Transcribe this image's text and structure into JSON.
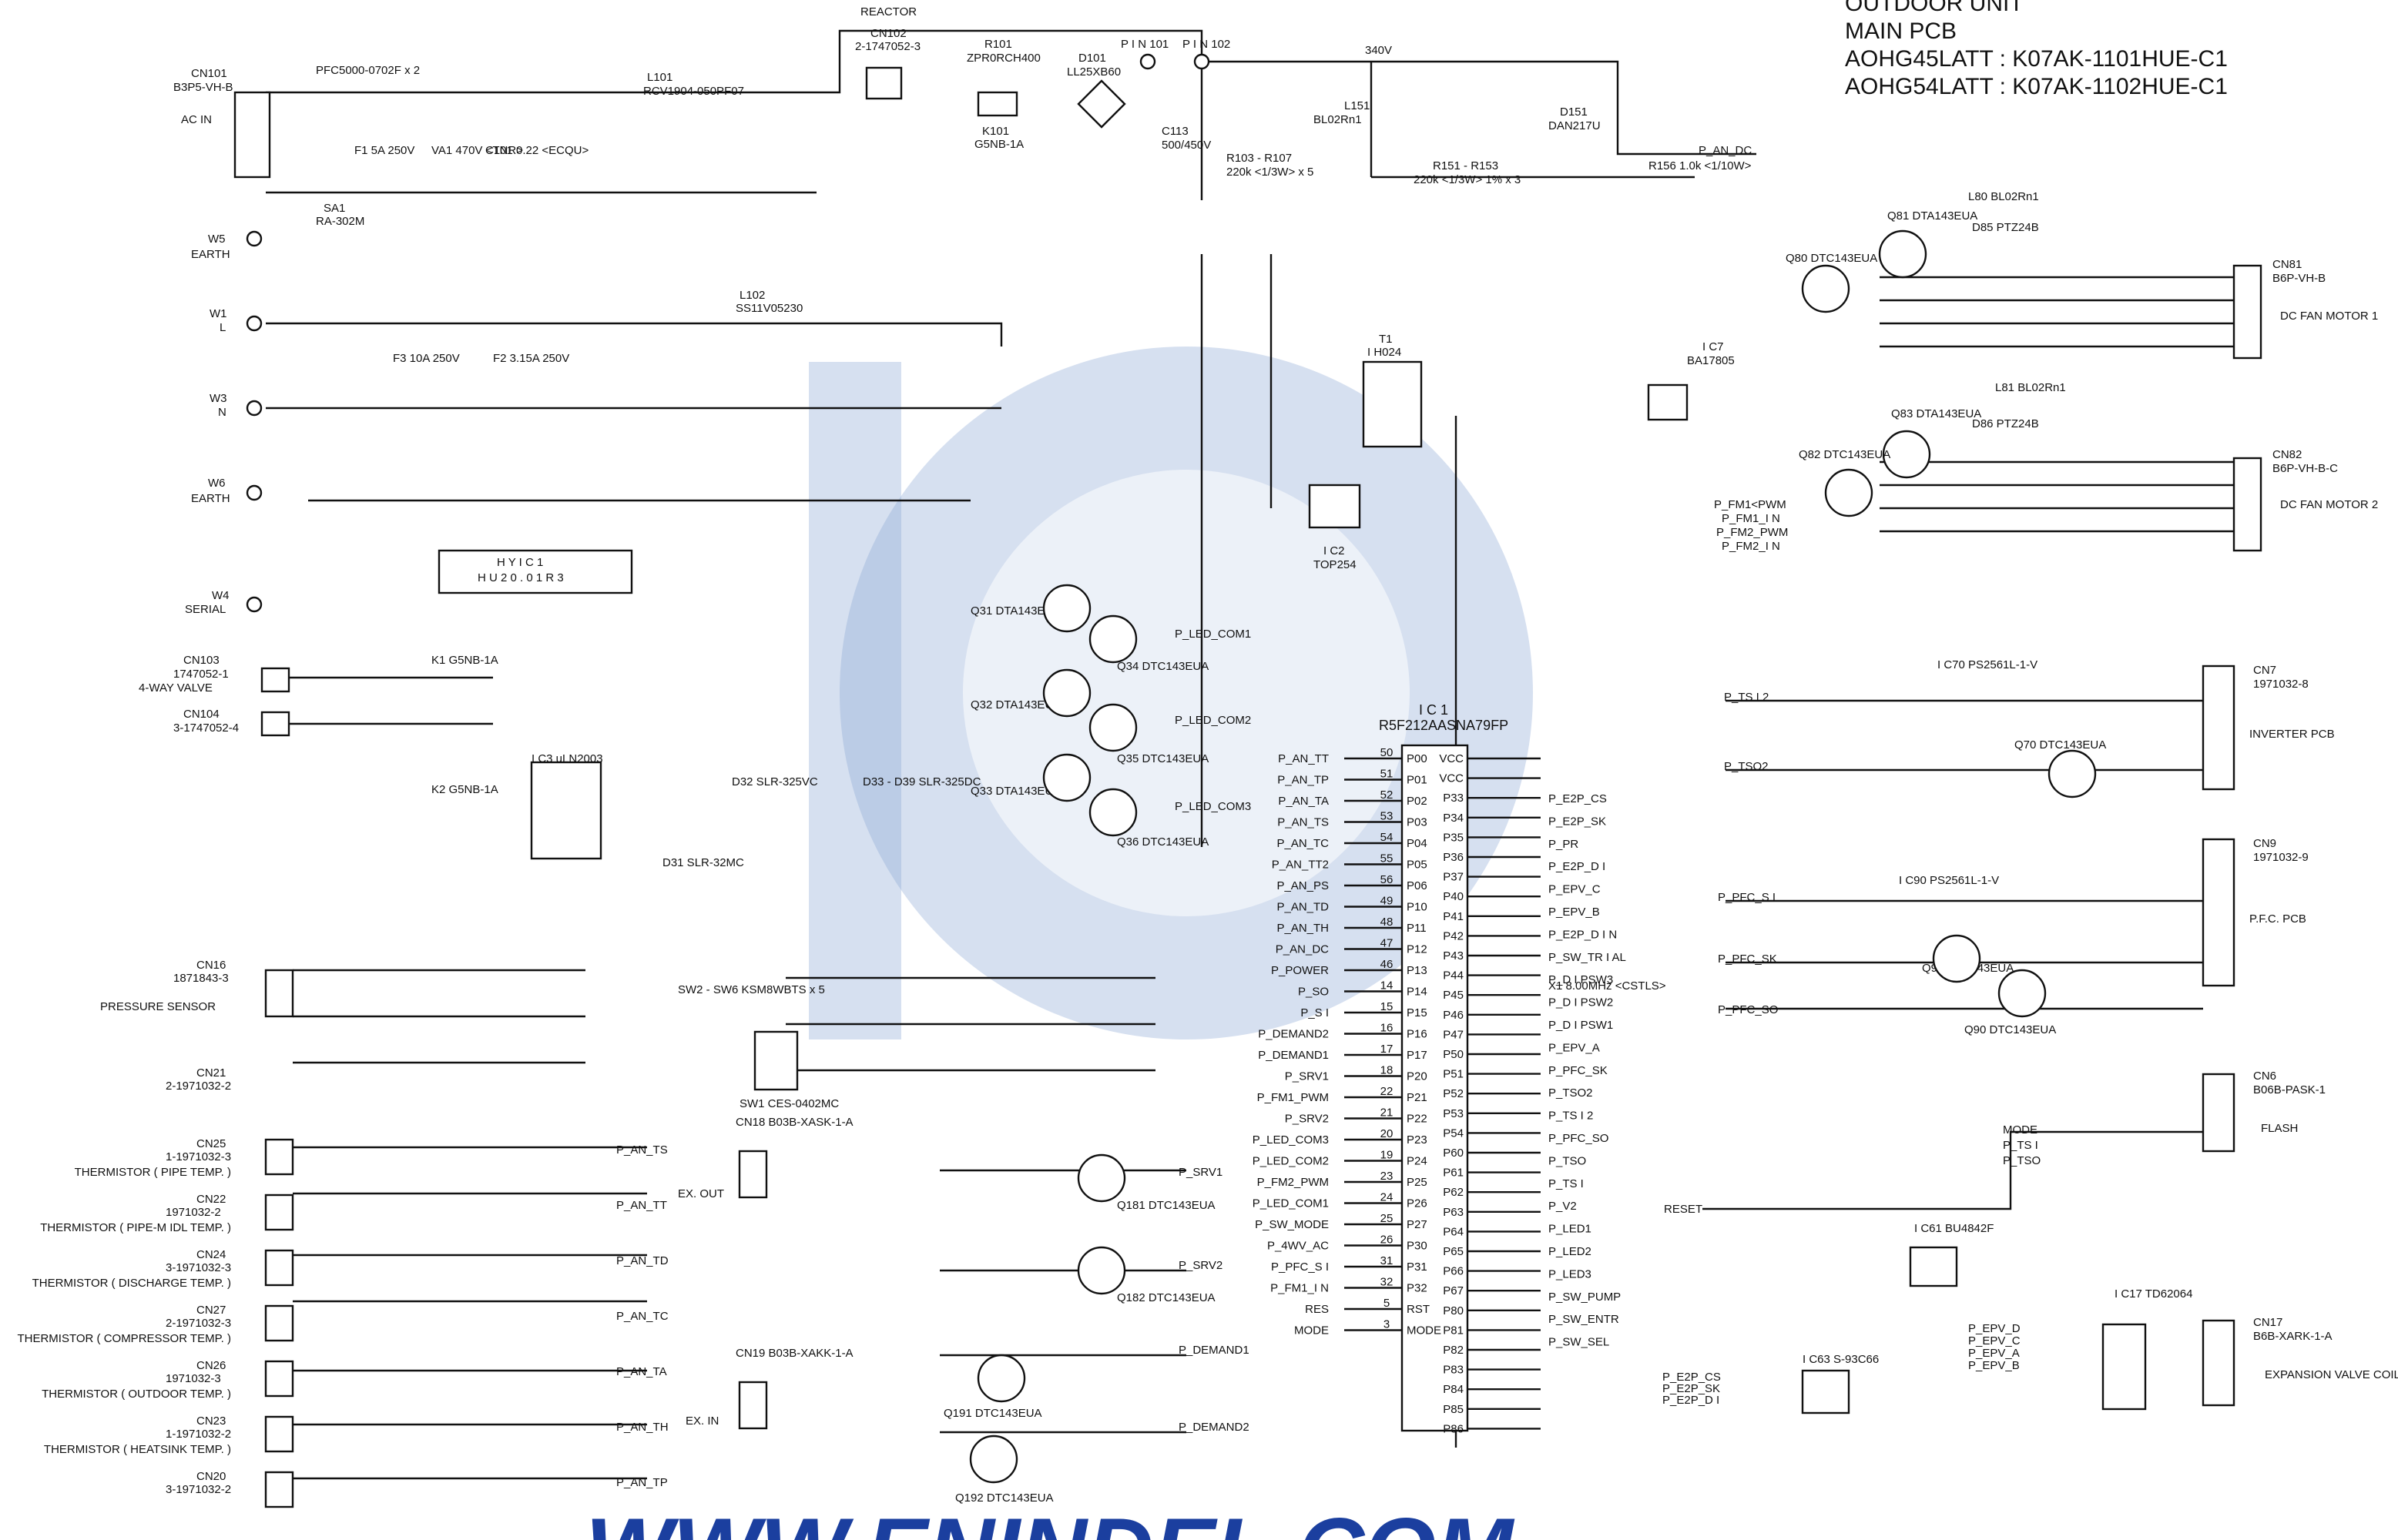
{
  "header": {
    "unit": "OUTDOOR UNIT",
    "board": "MAIN PCB",
    "model_1": "AOHG45LATT : K07AK-1101HUE-C1",
    "model_2": "AOHG54LATT : K07AK-1102HUE-C1"
  },
  "top": {
    "reactor": "REACTOR",
    "cn102": "CN102",
    "cn102_part": "2-1747052-3",
    "r101": "R101",
    "r101_part": "ZPR0RCH400",
    "d101": "D101",
    "d101_part": "LL25XB60",
    "pin101": "P I N 101",
    "pin102": "P I N 102",
    "k101": "K101",
    "k101_part": "G5NB-1A",
    "c113": "C113",
    "c113_val": "500/450V",
    "r103": "R103 - R107",
    "r103_val": "220k <1/3W> x 5",
    "v340": "340V"
  },
  "input": {
    "cn101": "CN101",
    "cn101_part": "B3P5-VH-B",
    "ac_in": "AC IN",
    "fh": "PFC5000-0702F x 2",
    "f1": "F1 5A 250V",
    "l101": "L101",
    "l101_part": "RCV1904-050PF07",
    "va1": "VA1 470V <TNR>",
    "c101": "C101 0.22 <ECQU>",
    "sa1": "SA1",
    "sa1_part": "RA-302M",
    "w5": "W5",
    "earth": "EARTH",
    "w1": "W1",
    "l_terminal": "L",
    "w3": "W3",
    "n_terminal": "N",
    "w6": "W6",
    "l102": "L102",
    "l102_part": "SS11V05230",
    "f3": "F3 10A 250V",
    "f2": "F2 3.15A 250V"
  },
  "power": {
    "l151": "L151",
    "l151_part": "BL02Rn1",
    "d151": "D151",
    "d151_part": "DAN217U",
    "r151": "R151 - R153",
    "r151_val": "220k <1/3W> 1% x 3",
    "r156": "R156 1.0k <1/10W>",
    "p_an_dc": "P_AN_DC",
    "t1": "T1",
    "t1_part": "I H024",
    "ic2": "I C2",
    "ic2_part": "TOP254",
    "ic7": "I C7",
    "ic7_part": "BA17805"
  },
  "middle": {
    "hyic1": "H Y I C 1",
    "hyic1_part": "H U 2 0 . 0 1 R 3",
    "ic3": "I C3 uLN2003",
    "serial": "SERIAL",
    "w4": "W4",
    "cn103": "CN103",
    "cn103_part": "1747052-1",
    "fourway": "4-WAY VALVE",
    "cn104": "CN104",
    "cn104_part": "3-1747052-4",
    "k1": "K1 G5NB-1A",
    "k2": "K2 G5NB-1A",
    "q31": "Q31 DTA143EUA",
    "q34": "Q34 DTC143EUA",
    "q32": "Q32 DTA143EUA",
    "q35": "Q35 DTC143EUA",
    "q33": "Q33 DTA143EUA",
    "q36": "Q36 DTC143EUA",
    "led1": "P_LED_COM1",
    "led2": "P_LED_COM2",
    "led3": "P_LED_COM3",
    "d32": "D32 SLR-325VC",
    "d33": "D33 - D39 SLR-325DC",
    "d31": "D31 SLR-32MC",
    "sw2": "SW2 - SW6 KSM8WBTS x 5",
    "sw1": "SW1 CES-0402MC"
  },
  "mcu": {
    "ic1": "I C 1",
    "ic1_part": "R5F212AASNA79FP",
    "x1": "X1 8.00MHz <CSTLS>",
    "left_pins": [
      "P_AN_TT",
      "P_AN_TP",
      "P_AN_TA",
      "P_AN_TS",
      "P_AN_TC",
      "P_AN_TT2",
      "P_AN_PS",
      "P_AN_TD",
      "P_AN_TH",
      "P_AN_DC",
      "P_POWER",
      "P_SO",
      "P_S I",
      "P_DEMAND2",
      "P_DEMAND1",
      "P_SRV1",
      "P_FM1_PWM",
      "P_SRV2",
      "P_LED_COM3",
      "P_LED_COM2",
      "P_FM2_PWM",
      "P_LED_COM1",
      "P_SW_MODE",
      "P_4WV_AC",
      "P_PFC_S I",
      "P_FM1_I N",
      "RES",
      "MODE"
    ],
    "left_nums": [
      "50",
      "51",
      "52",
      "53",
      "54",
      "55",
      "56",
      "49",
      "48",
      "47",
      "46",
      "14",
      "15",
      "16",
      "17",
      "18",
      "22",
      "21",
      "20",
      "19",
      "23",
      "24",
      "25",
      "26",
      "31",
      "32",
      "5",
      "3"
    ],
    "left_ports": [
      "P00",
      "P01",
      "P02",
      "P03",
      "P04",
      "P05",
      "P06",
      "P10",
      "P11",
      "P12",
      "P13",
      "P14",
      "P15",
      "P16",
      "P17",
      "P20",
      "P21",
      "P22",
      "P23",
      "P24",
      "P25",
      "P26",
      "P27",
      "P30",
      "P31",
      "P32",
      "RST",
      "MODE"
    ],
    "right_ports": [
      "VCC",
      "VCC",
      "P33",
      "P34",
      "P35",
      "P36",
      "P37",
      "P40",
      "P41",
      "P42",
      "P43",
      "P44",
      "P45",
      "P46",
      "P47",
      "P50",
      "P51",
      "P52",
      "P53",
      "P54",
      "P60",
      "P61",
      "P62",
      "P63",
      "P64",
      "P65",
      "P66",
      "P67",
      "P80",
      "P81",
      "P82",
      "P83",
      "P84",
      "P85",
      "P86"
    ],
    "right_pins": [
      "P_E2P_CS",
      "P_E2P_SK",
      "P_PR",
      "P_E2P_D I",
      "P_EPV_C",
      "P_EPV_B",
      "P_E2P_D I N",
      "P_SW_TR I AL",
      "P_D I PSW3",
      "P_D I PSW2",
      "P_D I PSW1",
      "P_EPV_A",
      "P_PFC_SK",
      "P_TSO2",
      "P_TS I 2",
      "P_PFC_SO",
      "P_TSO",
      "P_TS I",
      "P_V2",
      "P_LED1",
      "P_LED2",
      "P_LED3",
      "P_SW_PUMP",
      "P_SW_ENTR",
      "P_SW_SEL"
    ]
  },
  "right": {
    "cn81": "CN81",
    "cn81_part": "B6P-VH-B",
    "dc_fan_1": "DC FAN MOTOR 1",
    "cn82": "CN82",
    "cn82_part": "B6P-VH-B-C",
    "dc_fan_2": "DC FAN MOTOR 2",
    "q81": "Q81 DTA143EUA",
    "q80": "Q80 DTC143EUA",
    "q83": "Q83 DTA143EUA",
    "q82": "Q82 DTC143EUA",
    "d85": "D85 PTZ24B",
    "d86": "D86 PTZ24B",
    "l80": "L80 BL02Rn1",
    "l81": "L81 BL02Rn1",
    "fm_pins": [
      "P_FM1<PWM",
      "P_FM1_I N",
      "P_FM2_PWM",
      "P_FM2_I N"
    ],
    "cn7": "CN7",
    "cn7_part": "1971032-8",
    "inverter_pcb": "INVERTER PCB",
    "ic70": "I C70 PS2561L-1-V",
    "q70": "Q70 DTC143EUA",
    "cn9": "CN9",
    "cn9_part": "1971032-9",
    "pfc_pcb": "P.F.C. PCB",
    "ic90": "I C90 PS2561L-1-V",
    "q91": "Q91 DTC143EUA",
    "q90": "Q90 DTC143EUA",
    "p_tsi2": "P_TS I 2",
    "p_tso2": "P_TSO2",
    "p_pfc_si": "P_PFC_S I",
    "p_pfc_sk": "P_PFC_SK",
    "p_pfc_so": "P_PFC_SO",
    "cn6": "CN6",
    "cn6_part": "B06B-PASK-1",
    "flash": "FLASH",
    "flash_pins": [
      "MODE",
      "P_TS I",
      "P_TSO"
    ],
    "reset": "RESET",
    "ic61": "I C61 BU4842F",
    "ic63": "I C63 S-93C66",
    "ic17": "I C17 TD62064",
    "cn17": "CN17",
    "cn17_part": "B6B-XARK-1-A",
    "expansion_valve": "EXPANSION VALVE COIL",
    "epv_pins": [
      "P_EPV_D",
      "P_EPV_C",
      "P_EPV_A",
      "P_EPV_B"
    ],
    "e2p_pins": [
      "P_E2P_CS",
      "P_E2P_SK",
      "P_E2P_D I"
    ]
  },
  "sensors": {
    "cn16": "CN16",
    "cn16_part": "1871843-3",
    "pressure": "PRESSURE SENSOR",
    "cn21": "CN21",
    "cn21_part": "2-1971032-2",
    "items": [
      {
        "cn": "CN25",
        "part": "1-1971032-3",
        "name": "THERMISTOR ( PIPE TEMP. )",
        "sig": "P_AN_TS"
      },
      {
        "cn": "CN22",
        "part": "1971032-2",
        "name": "THERMISTOR ( PIPE-M IDL TEMP. )",
        "sig": "P_AN_TT"
      },
      {
        "cn": "CN24",
        "part": "3-1971032-3",
        "name": "THERMISTOR ( DISCHARGE TEMP. )",
        "sig": "P_AN_TD"
      },
      {
        "cn": "CN27",
        "part": "2-1971032-3",
        "name": "THERMISTOR ( COMPRESSOR TEMP. )",
        "sig": "P_AN_TC"
      },
      {
        "cn": "CN26",
        "part": "1971032-3",
        "name": "THERMISTOR ( OUTDOOR TEMP. )",
        "sig": "P_AN_TA"
      },
      {
        "cn": "CN23",
        "part": "1-1971032-2",
        "name": "THERMISTOR ( HEATSINK TEMP. )",
        "sig": "P_AN_TH"
      },
      {
        "cn": "CN20",
        "part": "3-1971032-2",
        "name": "",
        "sig": "P_AN_TP"
      }
    ],
    "cn18": "CN18 B03B-XASK-1-A",
    "ex_out": "EX. OUT",
    "cn19": "CN19 B03B-XAKK-1-A",
    "ex_in": "EX. IN",
    "q181": "Q181 DTC143EUA",
    "q182": "Q182 DTC143EUA",
    "q191": "Q191 DTC143EUA",
    "q192": "Q192 DTC143EUA",
    "srv1": "P_SRV1",
    "srv2": "P_SRV2",
    "dem1": "P_DEMAND1",
    "dem2": "P_DEMAND2"
  },
  "watermark": "WWW.ENINDEL.COM"
}
